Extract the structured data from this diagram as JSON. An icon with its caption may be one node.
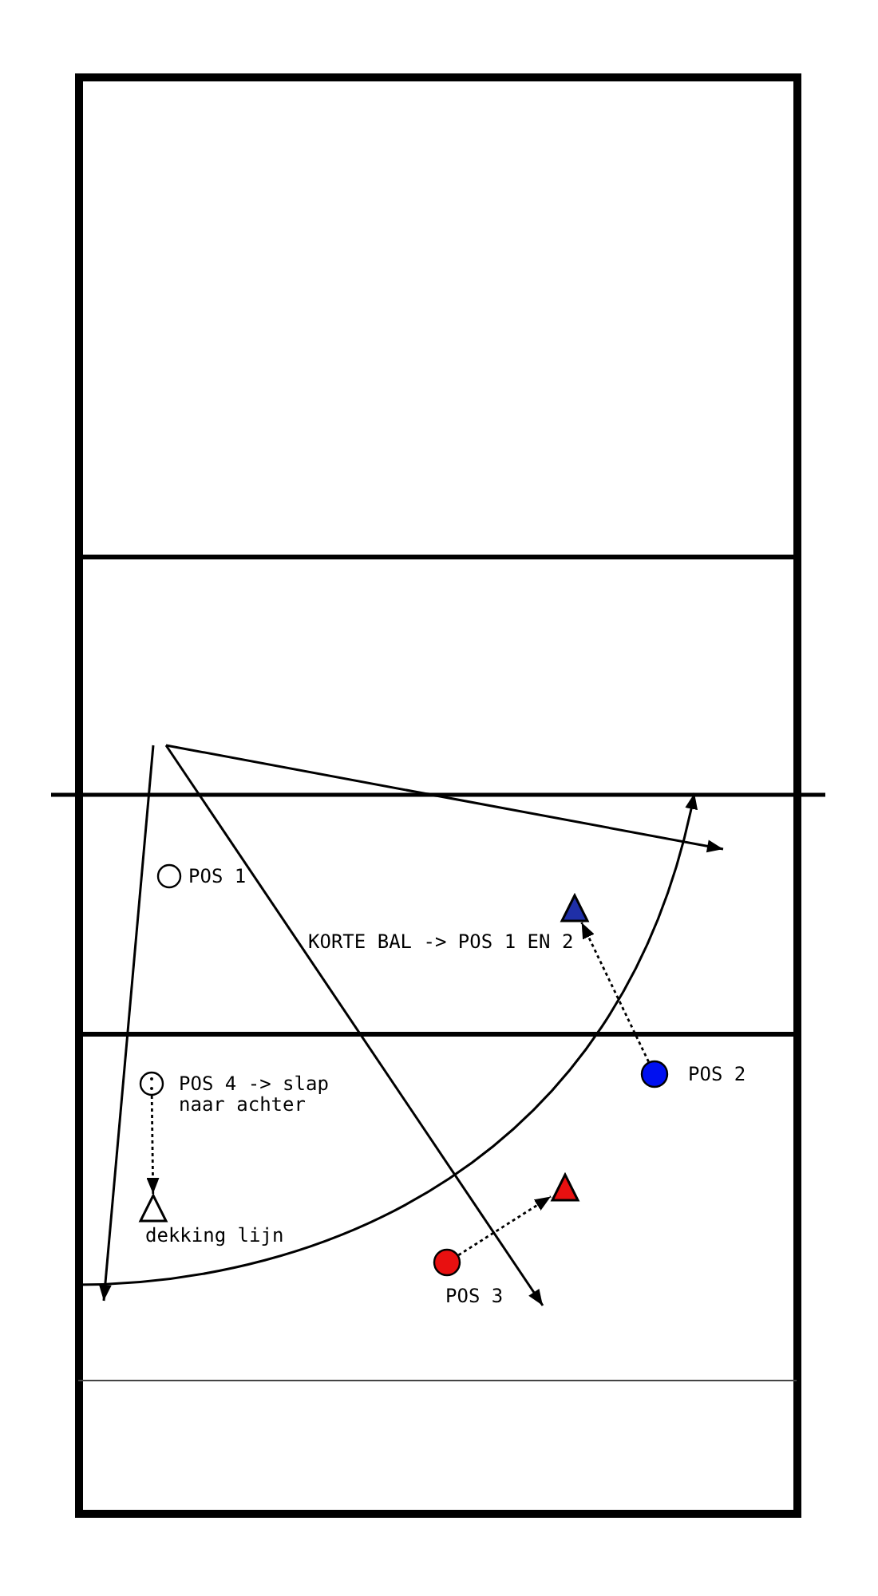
{
  "diagram": {
    "nodes": [
      {
        "text": [],
        "shape": "circle",
        "beside": [
          "POS 1"
        ]
      },
      {
        "text": [],
        "shape": "triangle"
      },
      {
        "text": [],
        "shape": "circle",
        "beside": [
          "POS 2"
        ]
      },
      {
        "text": [],
        "shape": "circle",
        "beside": [
          "POS 4 -> slap naar achter"
        ]
      },
      {
        "text": [],
        "shape": "triangle"
      },
      {
        "text": [],
        "shape": "triangle"
      },
      {
        "text": [],
        "shape": "circle",
        "beside": [
          "POS 3"
        ]
      }
    ],
    "edges": [
      {
        "from": 2,
        "to": 1,
        "arrow": "to",
        "style": "dashed"
      },
      {
        "from": 3,
        "to": 5,
        "arrow": "to",
        "style": "dashed"
      },
      {
        "from": 6,
        "to": 4,
        "arrow": "to",
        "style": "dashed"
      }
    ],
    "labels": [
      "KORTE BAL -> POS 1 EN 2",
      "dekking lijn"
    ]
  }
}
